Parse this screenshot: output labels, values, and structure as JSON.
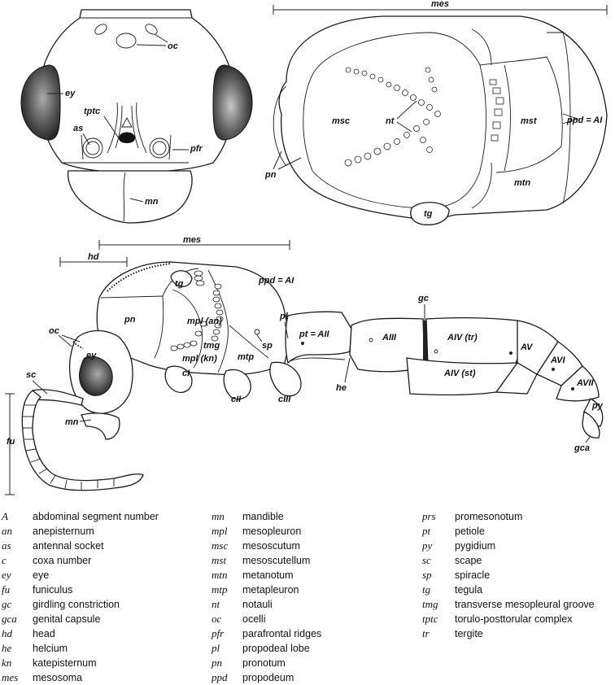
{
  "labels": {
    "head": {
      "oc": "oc",
      "ey": "ey",
      "tptc": "tptc",
      "as": "as",
      "pfr": "pfr",
      "mn": "mn"
    },
    "dorsal": {
      "mes": "mes",
      "msc": "msc",
      "nt": "nt",
      "mst": "mst",
      "ppd": "ppd = AI",
      "pn": "pn",
      "tg": "tg",
      "mtn": "mtn"
    },
    "lateral": {
      "mes": "mes",
      "hd": "hd",
      "tg": "tg",
      "ppd": "ppd = AI",
      "pn": "pn",
      "mpl_an": "mpl (an)",
      "tmg": "tmg",
      "mpl_kn": "mpl (kn)",
      "mtp": "mtp",
      "sp": "sp",
      "pl": "pl",
      "pt": "pt = AII",
      "gc": "gc",
      "AIII": "AIII",
      "AIV_tr": "AIV (tr)",
      "AIV_st": "AIV (st)",
      "AV": "AV",
      "AVI": "AVI",
      "AVII": "AVII",
      "py": "py",
      "gca": "gca",
      "he": "he",
      "oc": "oc",
      "ey": "ey",
      "sc": "sc",
      "fu": "fu",
      "mn": "mn",
      "cI": "cI",
      "cII": "cII",
      "cIII": "cIII"
    }
  },
  "legend": [
    [
      {
        "abbr": "A",
        "term": "abdominal segment number"
      },
      {
        "abbr": "an",
        "term": "anepisternum"
      },
      {
        "abbr": "as",
        "term": "antennal socket"
      },
      {
        "abbr": "c",
        "term": "coxa number"
      },
      {
        "abbr": "ey",
        "term": "eye"
      },
      {
        "abbr": "fu",
        "term": "funiculus"
      },
      {
        "abbr": "gc",
        "term": "girdling constriction"
      },
      {
        "abbr": "gca",
        "term": "genital capsule"
      },
      {
        "abbr": "hd",
        "term": "head"
      },
      {
        "abbr": "he",
        "term": "helcium"
      },
      {
        "abbr": "kn",
        "term": "katepisternum"
      },
      {
        "abbr": "mes",
        "term": "mesosoma"
      }
    ],
    [
      {
        "abbr": "mn",
        "term": "mandible"
      },
      {
        "abbr": "mpl",
        "term": "mesopleuron"
      },
      {
        "abbr": "msc",
        "term": "mesoscutum"
      },
      {
        "abbr": "mst",
        "term": "mesoscutellum"
      },
      {
        "abbr": "mtn",
        "term": "metanotum"
      },
      {
        "abbr": "mtp",
        "term": "metapleuron"
      },
      {
        "abbr": "nt",
        "term": "notauli"
      },
      {
        "abbr": "oc",
        "term": "ocelli"
      },
      {
        "abbr": "pfr",
        "term": "parafrontal ridges"
      },
      {
        "abbr": "pl",
        "term": "propodeal lobe"
      },
      {
        "abbr": "pn",
        "term": "pronotum"
      },
      {
        "abbr": "ppd",
        "term": "propodeum"
      }
    ],
    [
      {
        "abbr": "prs",
        "term": "promesonotum"
      },
      {
        "abbr": "pt",
        "term": "petiole"
      },
      {
        "abbr": "py",
        "term": "pygidium"
      },
      {
        "abbr": "sc",
        "term": "scape"
      },
      {
        "abbr": "sp",
        "term": "spiracle"
      },
      {
        "abbr": "tg",
        "term": "tegula"
      },
      {
        "abbr": "tmg",
        "term": "transverse mesopleural groove"
      },
      {
        "abbr": "tptc",
        "term": "torulo-posttorular complex"
      },
      {
        "abbr": "tr",
        "term": "tergite"
      }
    ]
  ]
}
